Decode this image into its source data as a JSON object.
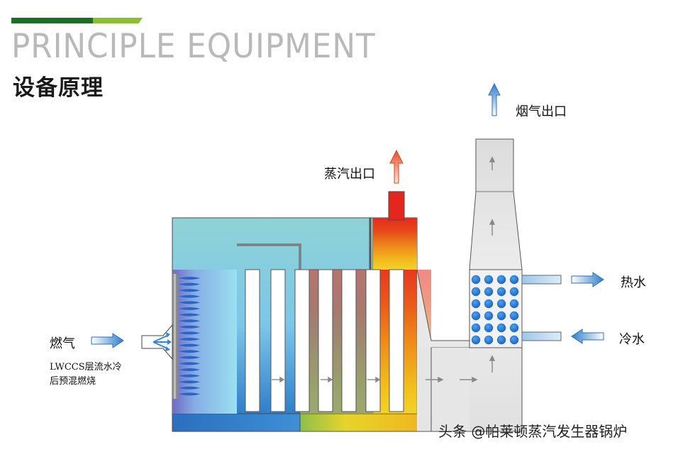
{
  "header": {
    "title_en": "PRINCIPLE EQUIPMENT",
    "title_cn": "设备原理"
  },
  "labels": {
    "flue_gas_outlet": "烟气出口",
    "steam_outlet": "蒸汽出口",
    "hot_water": "热水",
    "cold_water": "冷水",
    "gas": "燃气",
    "burner_line1": "LWCCS层流水冷",
    "burner_line2": "后预混燃烧"
  },
  "watermark": "头条 @帕莱顿蒸汽发生器锅炉",
  "colors": {
    "header_green": "#1f6b2a",
    "header_lime": "#8cbf2f",
    "water_blue": "#2e7ec8",
    "steam_red": "#e5261f",
    "hot_yellow": "#f0c020"
  }
}
